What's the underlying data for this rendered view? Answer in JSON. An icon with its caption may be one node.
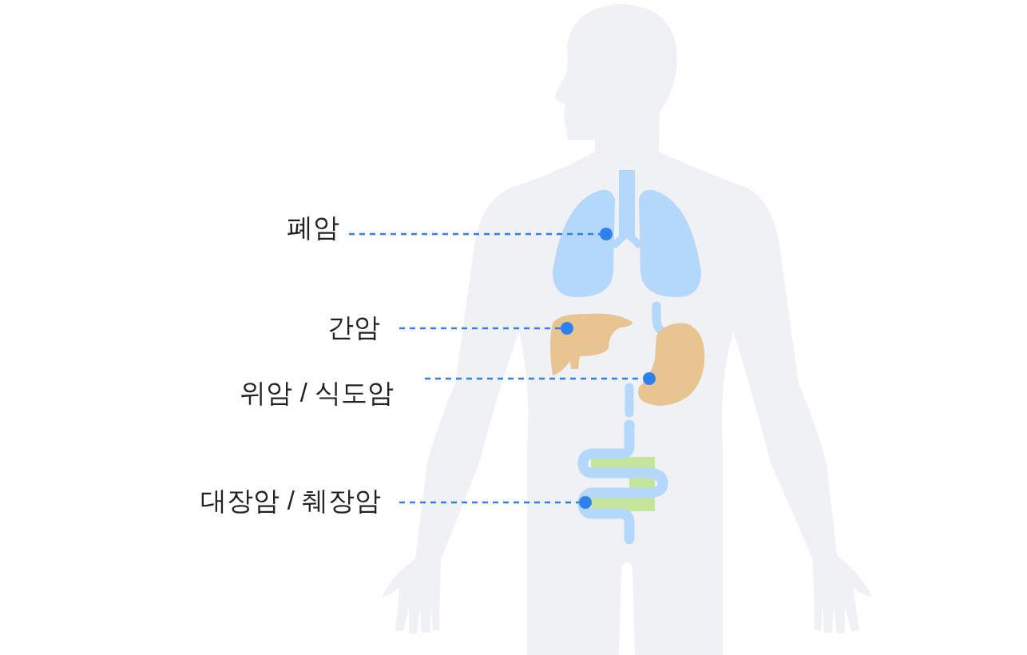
{
  "diagram": {
    "nodes": [
      {
        "text": [
          "폐암"
        ]
      },
      {
        "text": [],
        "shape": "circle"
      },
      {
        "text": [
          "간암"
        ]
      },
      {
        "text": [],
        "shape": "circle"
      },
      {
        "text": [
          "위암 / 식도암"
        ]
      },
      {
        "text": [],
        "shape": "circle"
      },
      {
        "text": [
          "대장암 / 췌장암"
        ]
      },
      {
        "text": [],
        "shape": "circle"
      }
    ],
    "edges": [
      {
        "from": 0,
        "to": 1,
        "arrow": "none",
        "style": "dashed"
      },
      {
        "from": 2,
        "to": 3,
        "arrow": "none",
        "style": "dashed"
      },
      {
        "from": 4,
        "to": 5,
        "arrow": "none",
        "style": "dashed"
      },
      {
        "from": 6,
        "to": 7,
        "arrow": "none",
        "style": "dashed"
      }
    ]
  }
}
